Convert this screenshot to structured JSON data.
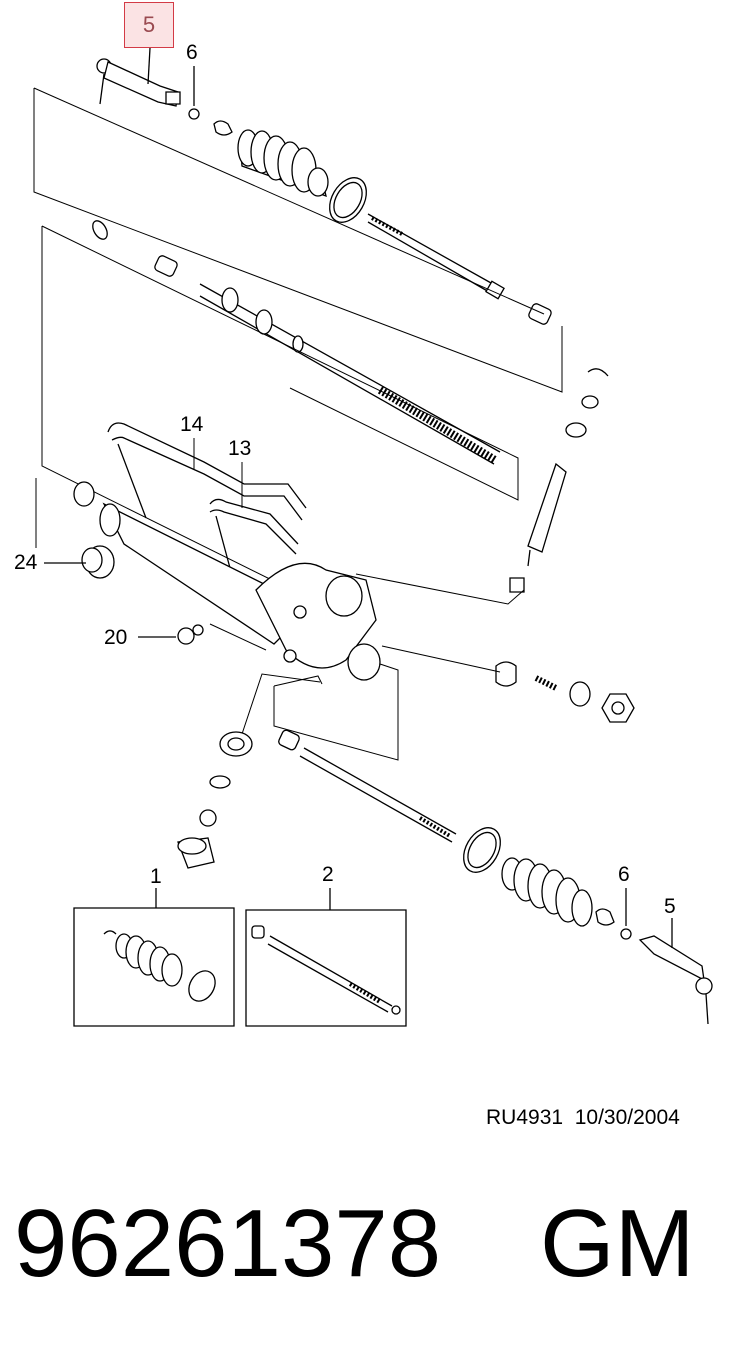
{
  "callouts": {
    "top_highlight": "5",
    "top_6": "6",
    "c14": "14",
    "c13": "13",
    "c24": "24",
    "c20": "20",
    "c1": "1",
    "c2": "2",
    "bottom_6": "6",
    "bottom_5": "5"
  },
  "footer": {
    "drawing_ref": "RU4931",
    "date": "10/30/2004",
    "part_number": "96261378",
    "brand": "GM"
  },
  "colors": {
    "line": "#000000",
    "highlight_border": "#d33b46",
    "highlight_fill": "#fbe3e4"
  }
}
